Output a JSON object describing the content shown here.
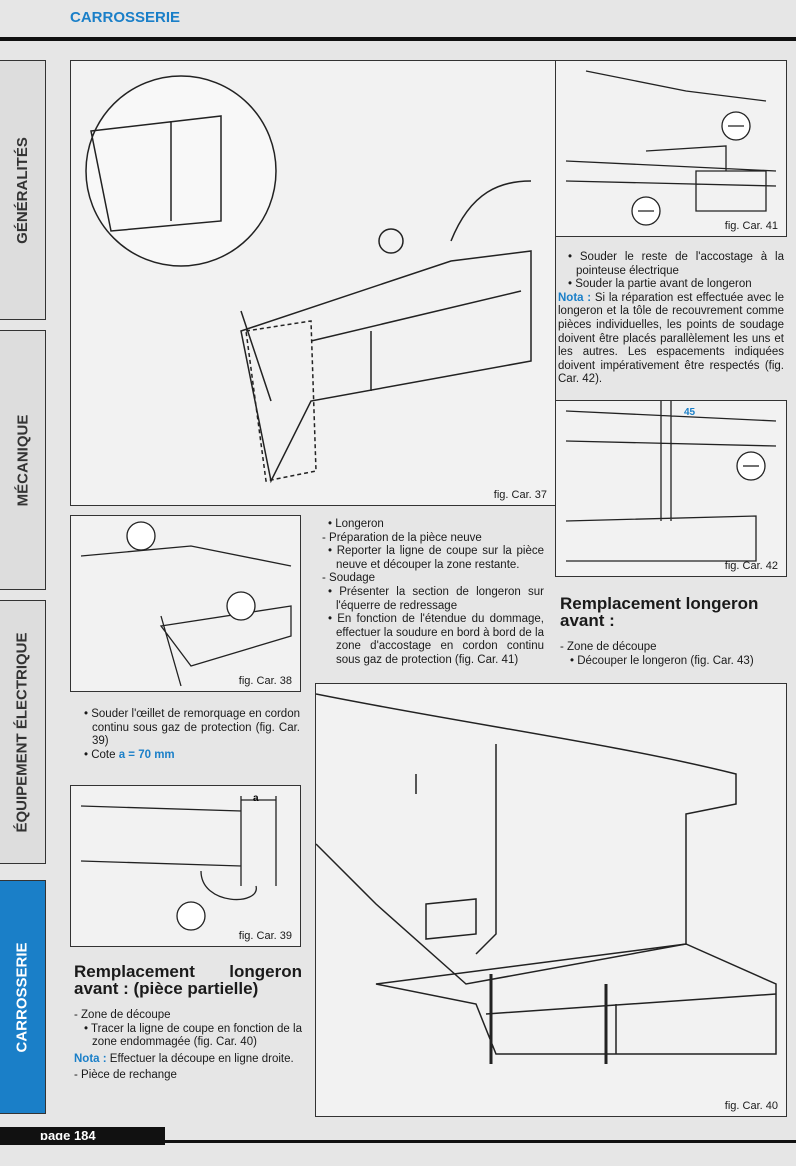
{
  "header": {
    "section": "CARROSSERIE"
  },
  "side_tabs": [
    {
      "label": "GÉNÉRALITÉS"
    },
    {
      "label": "MÉCANIQUE"
    },
    {
      "label": "ÉQUIPEMENT ÉLECTRIQUE"
    },
    {
      "label": "CARROSSERIE",
      "active": true
    }
  ],
  "figures": {
    "f37": "fig. Car. 37",
    "f38": "fig. Car. 38",
    "f39": "fig. Car. 39",
    "f40": "fig. Car. 40",
    "f41": "fig. Car. 41",
    "f42": "fig. Car. 42",
    "dim45": "45",
    "dim_a": "a"
  },
  "right_col": {
    "b1": "• Souder le reste de l'accostage à la pointeuse électrique",
    "b2": "• Souder la partie avant de longeron",
    "nota_label": "Nota :",
    "nota": " Si la réparation est effectuée avec le longeron et la tôle de recouvrement comme pièces individuelles, les points de soudage doivent être placés parallèlement les uns et les autres. Les espacements indiquées doivent impérativement être respectés (fig. Car. 42).",
    "heading": "Remplacement longeron avant :",
    "l1": "- Zone de découpe",
    "l2": "• Découper le longeron (fig. Car. 43)"
  },
  "mid_col": {
    "l1": "• Longeron",
    "l2": "- Préparation de la pièce neuve",
    "l3": "• Reporter la ligne de coupe sur la pièce neuve et découper la zone restante.",
    "l4": "- Soudage",
    "l5": "• Présenter la section de longeron sur l'équerre de redressage",
    "l6": "• En fonction de l'étendue du dommage, effectuer la soudure en bord à bord de la zone d'accostage en cordon continu sous gaz de protection (fig. Car. 41)"
  },
  "left_col": {
    "b1": "• Souder l'œillet de remorquage en cordon continu sous gaz de protection (fig. Car. 39)",
    "b2_pre": "• Cote ",
    "b2_val": "a = 70 mm",
    "heading": "Remplacement longeron avant : (pièce partielle)",
    "l1": "- Zone de découpe",
    "l2": "• Tracer la ligne de coupe en fonction de la zone endommagée (fig. Car. 40)",
    "nota_label": "Nota :",
    "nota": " Effectuer la découpe en ligne droite.",
    "l3": "- Pièce de rechange"
  },
  "footer": {
    "page": "page 184"
  }
}
